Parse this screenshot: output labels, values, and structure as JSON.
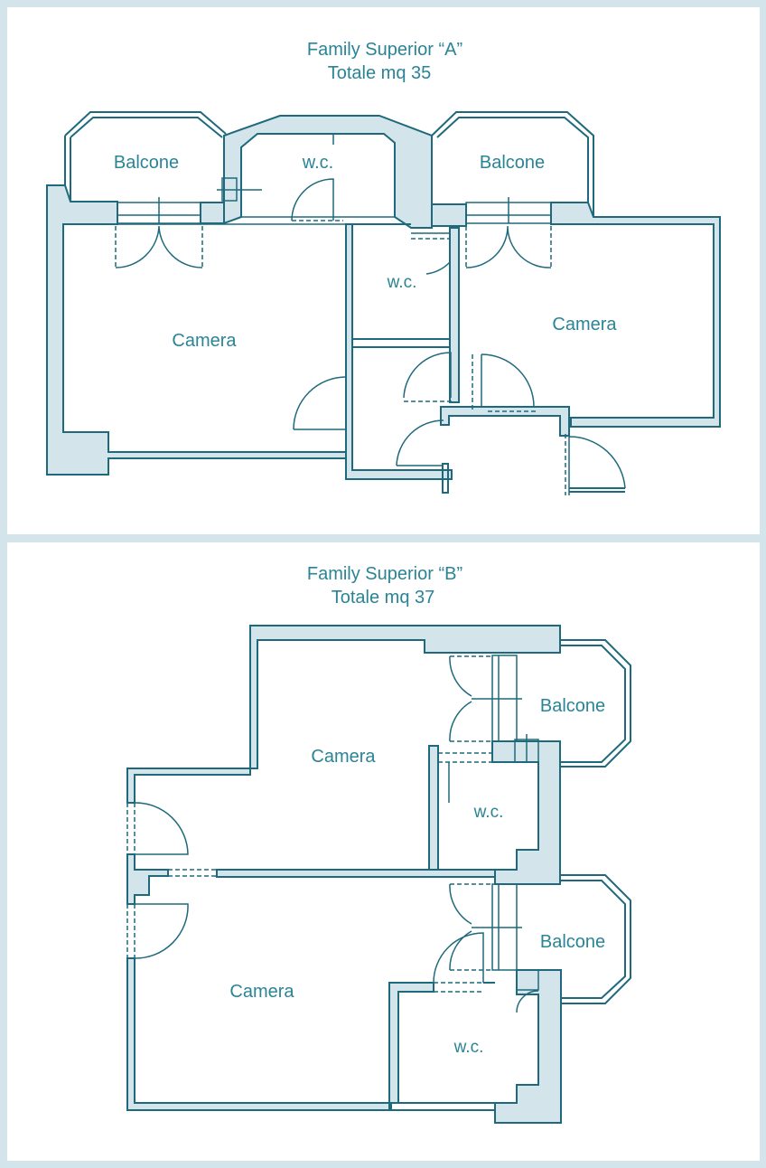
{
  "plan_a": {
    "title": "Family Superior “A”",
    "area": "Totale mq 35",
    "rooms": {
      "balcone_left": "Balcone",
      "wc_top": "w.c.",
      "balcone_right": "Balcone",
      "camera_left": "Camera",
      "wc_mid": "w.c.",
      "camera_right": "Camera"
    }
  },
  "plan_b": {
    "title": "Family Superior “B”",
    "area": "Totale mq 37",
    "rooms": {
      "camera_top": "Camera",
      "balcone_top": "Balcone",
      "wc_top": "w.c.",
      "camera_bottom": "Camera",
      "balcone_bottom": "Balcone",
      "wc_bottom": "w.c."
    }
  },
  "colors": {
    "background": "#d3e5ea",
    "panel": "#ffffff",
    "wall_fill": "#d3e5ea",
    "line": "#1e6a7c",
    "text": "#2a8496"
  }
}
